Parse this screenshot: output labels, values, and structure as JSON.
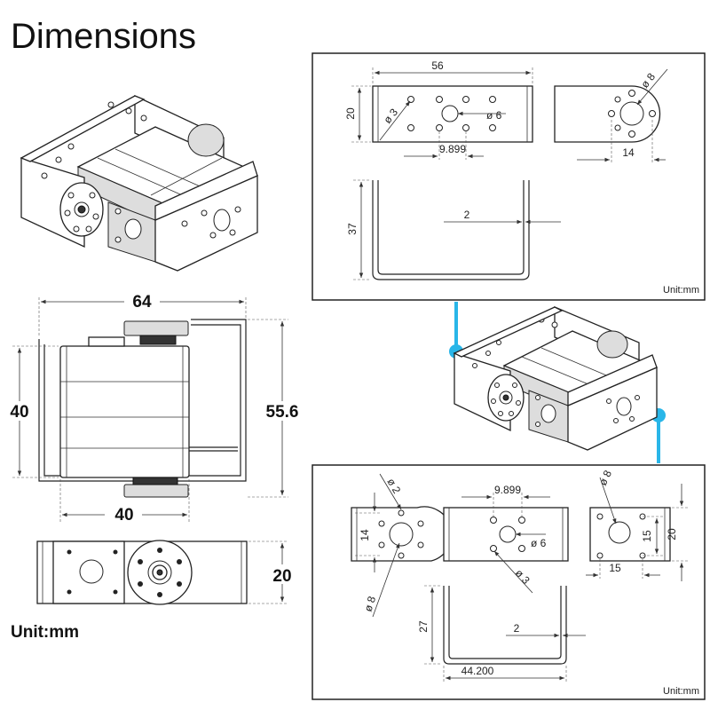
{
  "title": "Dimensions",
  "left_views": {
    "top_view": {
      "width_total": "64",
      "height_inner": "40",
      "height_total": "55.6",
      "width_bottom": "40"
    },
    "side_view": {
      "height": "20"
    },
    "unit_label": "Unit:mm"
  },
  "top_right_panel": {
    "length": "56",
    "height": "20",
    "hole_dia_small": "3",
    "hole_dia_center": "6",
    "hole_spacing": "9.899",
    "horn_dia": "8",
    "horn_offset": "14",
    "bracket_height": "37",
    "thickness": "2",
    "unit_label": "Unit:mm"
  },
  "bottom_right_panel": {
    "hole_dia_small_top": "2",
    "hole_spacing": "9.899",
    "horn_dia_top": "8",
    "side_height_left": "14",
    "center_hole_dia": "6",
    "side_height_right_inner": "15",
    "side_height_right_outer": "20",
    "side_width_right": "15",
    "small_hole_dia": "3",
    "horn_dia_bottom": "8",
    "bracket_height": "27",
    "thickness": "2",
    "bracket_width": "44.200",
    "unit_label": "Unit:mm"
  },
  "colors": {
    "connector": "#29b6e8"
  }
}
